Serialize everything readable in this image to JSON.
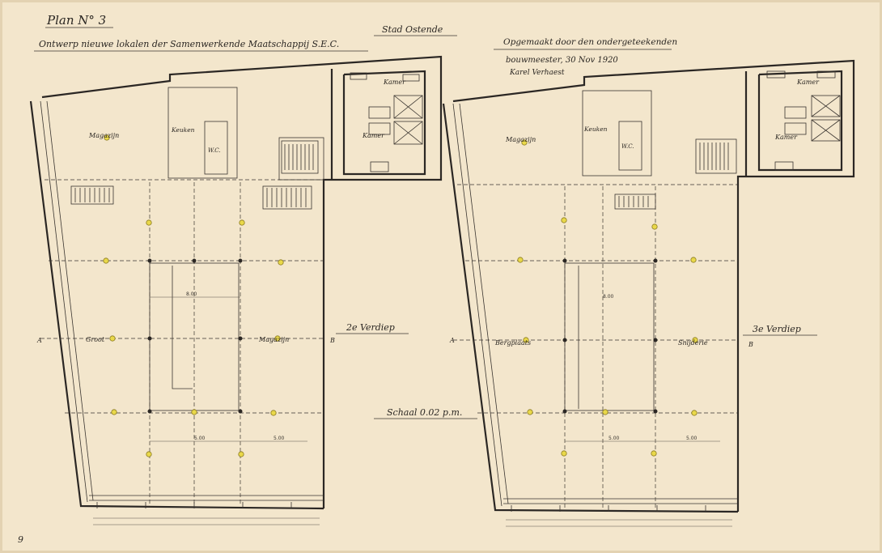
{
  "header": {
    "plan_no": "Plan N° 3",
    "title_left": "Ontwerp nieuwe lokalen der Samenwerkende Maatschappij S.E.C.",
    "title_center": "Stad Ostende",
    "title_right_1": "Opgemaakt door den ondergeteekenden",
    "title_right_2": "bouwmeester, 30 Nov 1920",
    "signature": "Karel Verhaest"
  },
  "floor_left": {
    "level_label": "2e Verdiep",
    "rooms": {
      "kamer": "Kamer",
      "kamer_lower": "Kamer",
      "keuken": "Keuken",
      "mag": "Magazijn",
      "groot": "Groot",
      "magazijn": "Magazijn",
      "wc": "W.C."
    },
    "section_a": "A",
    "section_b": "B"
  },
  "floor_right": {
    "level_label": "3e Verdiep",
    "rooms": {
      "kamer": "Kamer",
      "kamer_lower": "Kamer",
      "keuken": "Keuken",
      "mag": "Magazijn",
      "berg": "Bergplaats",
      "sn": "Snijderie",
      "wc": "W.C."
    },
    "section_a": "A",
    "section_b": "B"
  },
  "scale_text": "Schaal 0.02 p.m.",
  "sheet_number": "9"
}
